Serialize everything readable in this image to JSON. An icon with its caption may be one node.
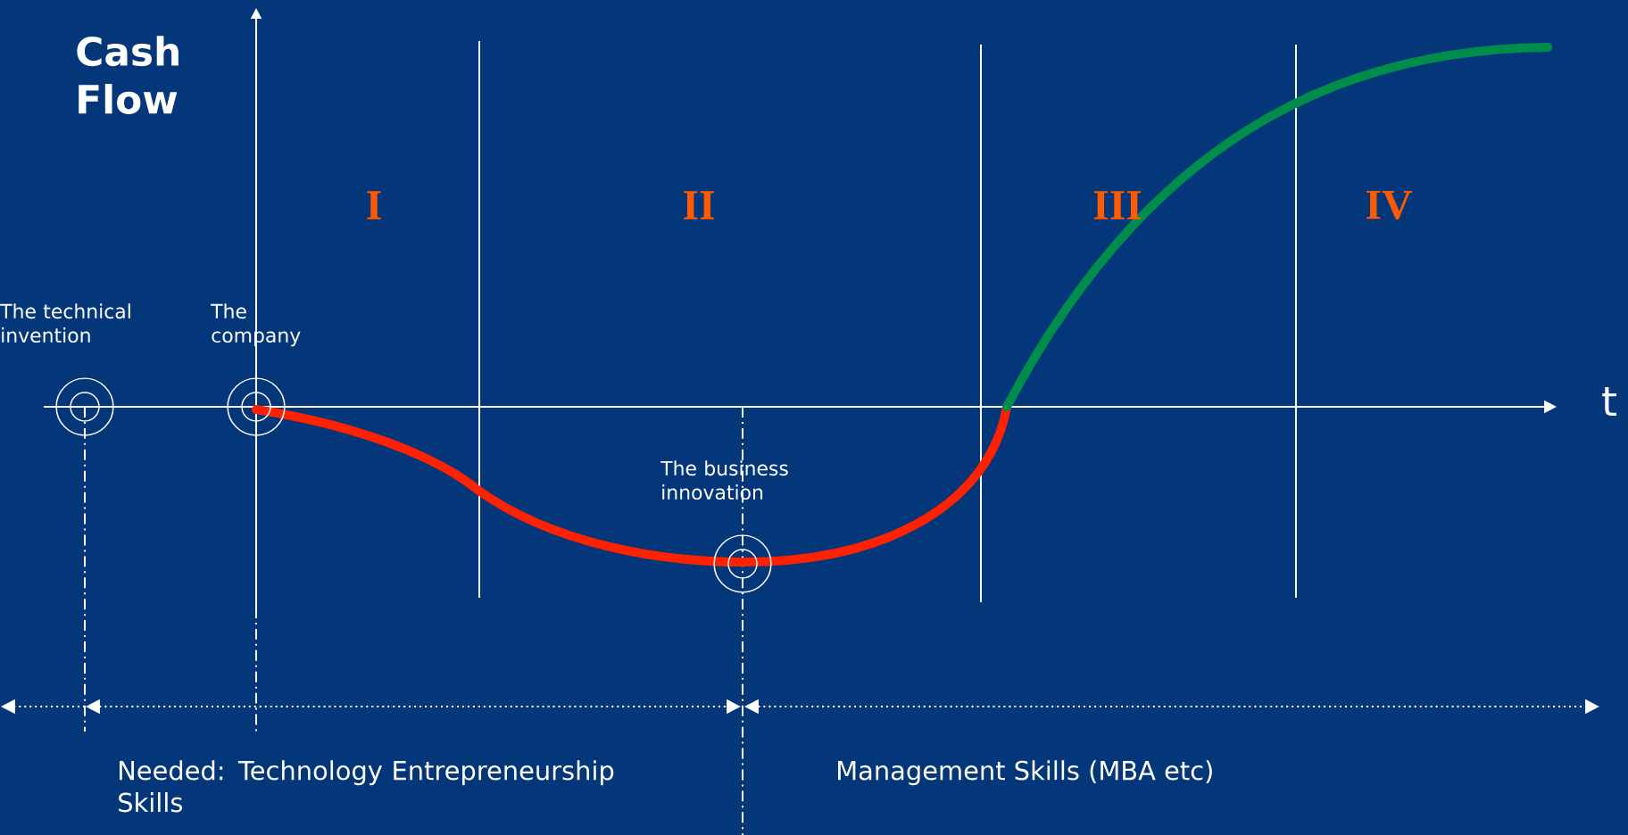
{
  "diagram": {
    "nodes": [
      {
        "text": [
          "The technical invention"
        ]
      },
      {
        "text": [
          "The company"
        ]
      },
      {
        "text": [
          "The business innovation"
        ]
      }
    ],
    "labels": [
      "Cash Flow",
      "I",
      "II",
      "III",
      "IV",
      "t",
      "Needed: Technology Entrepreneurship Skills",
      "Management Skills (MBA etc)"
    ]
  }
}
